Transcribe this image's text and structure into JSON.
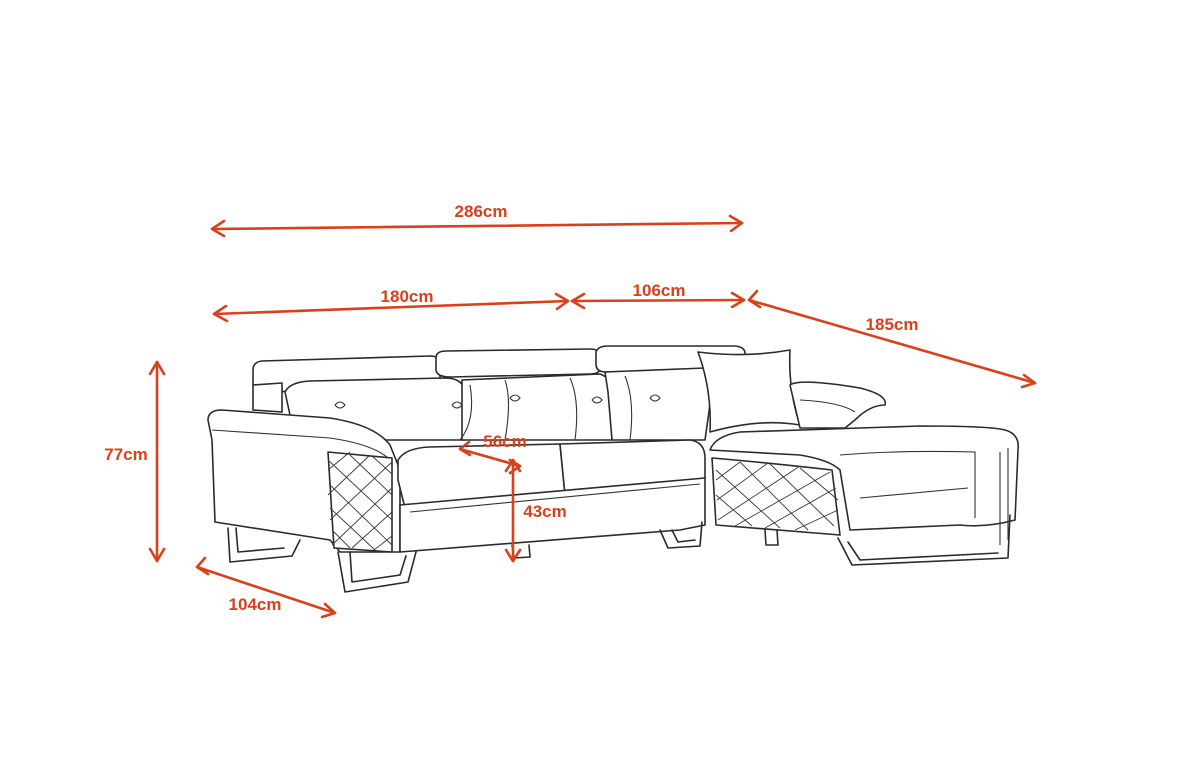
{
  "colors": {
    "dimension": "#d9401c",
    "outline": "#2b2b2b",
    "background": "#ffffff"
  },
  "dimensions": {
    "total_width": "286cm",
    "sofa_width": "180cm",
    "chaise_width": "106cm",
    "chaise_length": "185cm",
    "height": "77cm",
    "depth": "104cm",
    "seat_depth": "56cm",
    "seat_height": "43cm"
  }
}
